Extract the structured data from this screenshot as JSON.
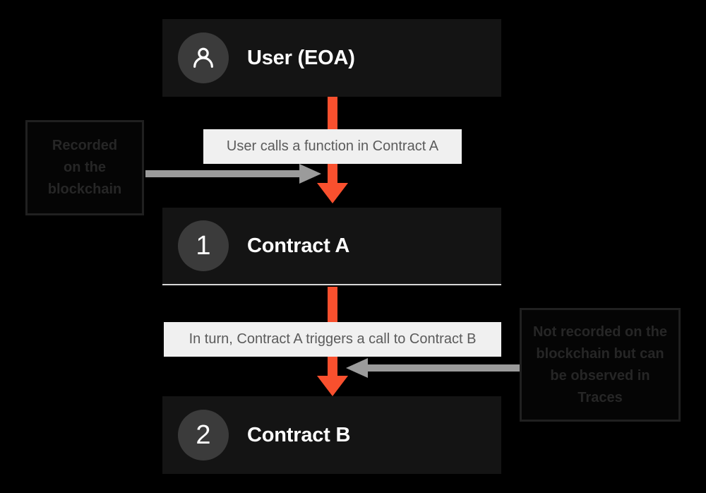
{
  "diagram": {
    "title": "Contract call flow recorded on blockchain vs traces",
    "background_color": "#000000",
    "accent_color": "#f9502e",
    "gray_arrow_color": "#9b9b9b",
    "node_fill_color": "#141414",
    "badge_color": "#3b3b3b",
    "label_chip_color": "#f0f0f0",
    "label_text_color": "#5b5b5b"
  },
  "nodes": [
    {
      "id": "user",
      "badge_type": "person-icon",
      "badge_text": "",
      "label": "User (EOA)"
    },
    {
      "id": "contract-a",
      "badge_type": "number",
      "badge_text": "1",
      "label": "Contract A"
    },
    {
      "id": "contract-b",
      "badge_type": "number",
      "badge_text": "2",
      "label": "Contract B"
    }
  ],
  "edge_labels": [
    {
      "id": "edge-label-1",
      "text": "User calls a function in Contract A"
    },
    {
      "id": "edge-label-2",
      "text": "In turn, Contract A triggers a call to Contract B"
    }
  ],
  "annotations": [
    {
      "id": "annotation-left",
      "lines": [
        "Recorded",
        "on the",
        "blockchain"
      ],
      "arrow_direction": "right"
    },
    {
      "id": "annotation-right",
      "lines": [
        "Not recorded on the",
        "blockchain but can",
        "be observed in",
        "Traces"
      ],
      "arrow_direction": "left"
    }
  ]
}
